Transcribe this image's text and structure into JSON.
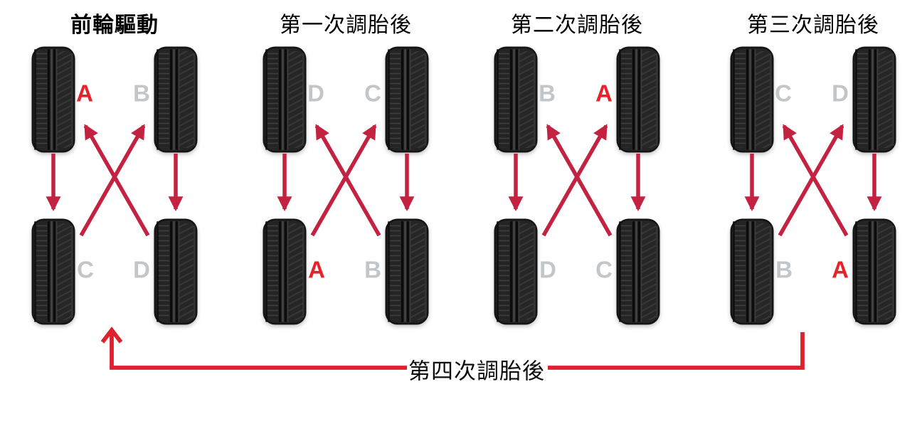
{
  "diagram": {
    "subject": "tire-rotation-sequence-front-wheel-drive",
    "colors": {
      "panel_arrow_red": "#c32240",
      "connector_arrow_red": "#df202f",
      "label_red": "#e8212a",
      "label_gray": "#c3c6c9",
      "title_text": "#000000",
      "tire_body": "#1c1c1c",
      "background": "#ffffff"
    },
    "panels": [
      {
        "title": "前輪驅動",
        "labels": [
          {
            "position": "front-left",
            "text": "A",
            "color": "red"
          },
          {
            "position": "front-right",
            "text": "B",
            "color": "gray"
          },
          {
            "position": "rear-left",
            "text": "C",
            "color": "gray"
          },
          {
            "position": "rear-right",
            "text": "D",
            "color": "gray"
          }
        ]
      },
      {
        "title": "第一次調胎後",
        "labels": [
          {
            "position": "front-left",
            "text": "D",
            "color": "gray"
          },
          {
            "position": "front-right",
            "text": "C",
            "color": "gray"
          },
          {
            "position": "rear-left",
            "text": "A",
            "color": "red"
          },
          {
            "position": "rear-right",
            "text": "B",
            "color": "gray"
          }
        ]
      },
      {
        "title": "第二次調胎後",
        "labels": [
          {
            "position": "front-left",
            "text": "B",
            "color": "gray"
          },
          {
            "position": "front-right",
            "text": "A",
            "color": "red"
          },
          {
            "position": "rear-left",
            "text": "D",
            "color": "gray"
          },
          {
            "position": "rear-right",
            "text": "C",
            "color": "gray"
          }
        ]
      },
      {
        "title": "第三次調胎後",
        "labels": [
          {
            "position": "front-left",
            "text": "C",
            "color": "gray"
          },
          {
            "position": "front-right",
            "text": "D",
            "color": "gray"
          },
          {
            "position": "rear-left",
            "text": "B",
            "color": "gray"
          },
          {
            "position": "rear-right",
            "text": "A",
            "color": "red"
          }
        ]
      }
    ],
    "connector": {
      "label": "第四次調胎後"
    }
  }
}
